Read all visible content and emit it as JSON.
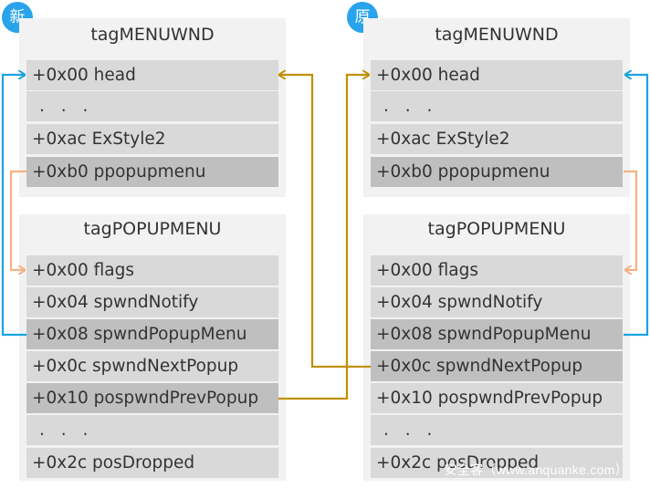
{
  "left": {
    "badge": "新",
    "menu": {
      "title": "tagMENUWND",
      "rows": [
        "+0x00 head",
        ". . .",
        "+0xac ExStyle2",
        "+0xb0 ppopupmenu"
      ]
    },
    "popup": {
      "title": "tagPOPUPMENU",
      "rows": [
        "+0x00 flags",
        "+0x04 spwndNotify",
        "+0x08 spwndPopupMenu",
        "+0x0c spwndNextPopup",
        "+0x10 pospwndPrevPopup",
        ". . .",
        "+0x2c posDropped"
      ]
    }
  },
  "right": {
    "badge": "原",
    "menu": {
      "title": "tagMENUWND",
      "rows": [
        "+0x00 head",
        ". . .",
        "+0xac ExStyle2",
        "+0xb0 ppopupmenu"
      ]
    },
    "popup": {
      "title": "tagPOPUPMENU",
      "rows": [
        "+0x00 flags",
        "+0x04 spwndNotify",
        "+0x08 spwndPopupMenu",
        "+0x0c spwndNextPopup",
        "+0x10 pospwndPrevPopup",
        ". . .",
        "+0x2c posDropped"
      ]
    }
  },
  "colors": {
    "blue_arrow": "#1aa3e0",
    "orange_arrow": "#f4b183",
    "gold_arrow": "#c09000",
    "badge": "#29a3ec"
  },
  "watermark": "安全客（www.anquanke.com）"
}
